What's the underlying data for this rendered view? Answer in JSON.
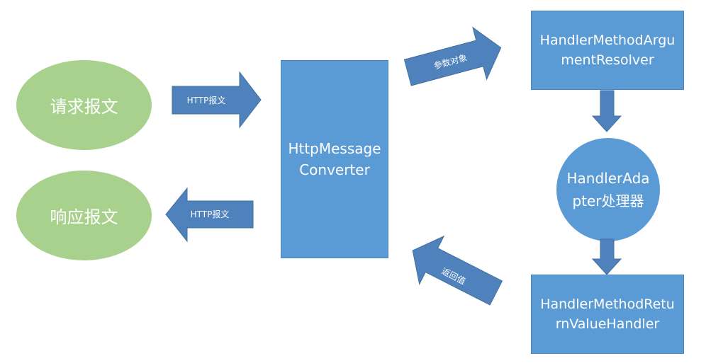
{
  "colors": {
    "green": "#a9d18e",
    "blue": "#5b9bd5",
    "arrow": "#4f81bd",
    "box_border": "#4a84bf"
  },
  "nodes": {
    "request": "请求报文",
    "response": "响应报文",
    "converter": "HttpMessage\nConverter",
    "argument_resolver": "HandlerMethodArgu\nmentResolver",
    "adapter": "HandlerAda\npter处理器",
    "return_handler": "HandlerMethodRetu\nrnValueHandler"
  },
  "arrows": {
    "http_in": "HTTP报文",
    "http_out": "HTTP报文",
    "param_object": "参数对象",
    "return_value": "返回值"
  }
}
